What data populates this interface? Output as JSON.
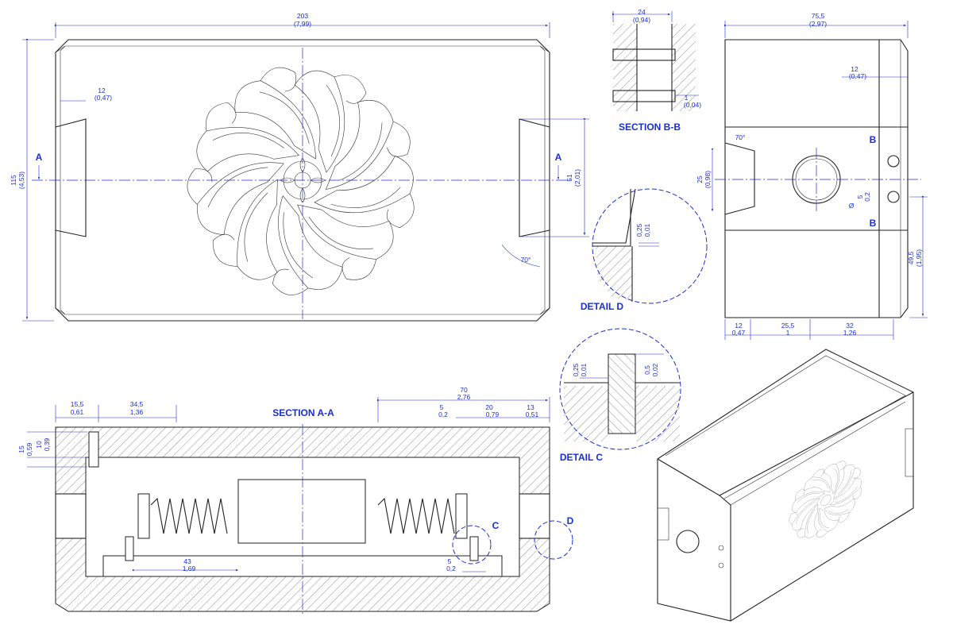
{
  "views": {
    "front": {
      "dim_width": [
        "203",
        "(7,99)"
      ],
      "dim_height": [
        "115",
        "(4,53)"
      ],
      "dim_slot_depth": [
        "12",
        "(0,47)"
      ],
      "dim_slot_height": [
        "51",
        "(2,01)"
      ],
      "angle": "70°",
      "section_marks": [
        "A",
        "A"
      ]
    },
    "section_bb": {
      "title": "SECTION B-B",
      "dim_width": [
        "24",
        "(0,94)"
      ],
      "dim_gap": [
        "1",
        "(0,04)"
      ]
    },
    "side": {
      "dim_width": [
        "75,5",
        "(2,97)"
      ],
      "dim_top": [
        "12",
        "(0,47)"
      ],
      "dim_slot": [
        "25",
        "(0,98)"
      ],
      "angle": "70°",
      "dim_hole": [
        "5",
        "0,2"
      ],
      "dia_symbol": "Ø",
      "dim_right": [
        "49,5",
        "(1,95)"
      ],
      "dim_bottom": [
        [
          "12",
          "0,47"
        ],
        [
          "25,5",
          "1"
        ],
        [
          "32",
          "1,26"
        ]
      ],
      "section_marks": [
        "B",
        "B"
      ]
    },
    "detail_d": {
      "title": "DETAIL D",
      "dim": [
        "0,25",
        "0,01"
      ]
    },
    "detail_c": {
      "title": "DETAIL C",
      "dim_left": [
        "0,25",
        "0,01"
      ],
      "dim_right": [
        "0,5",
        "0,02"
      ]
    },
    "section_aa": {
      "title": "SECTION A-A",
      "dim_top_left": [
        [
          "15,5",
          "0,61"
        ],
        [
          "34,5",
          "1,36"
        ]
      ],
      "dim_top_right": [
        [
          "70",
          "2,76"
        ],
        [
          "5",
          "0,2"
        ],
        [
          "20",
          "0,79"
        ],
        [
          "13",
          "0,51"
        ]
      ],
      "dim_left": [
        [
          "15",
          "0,59"
        ],
        [
          "10",
          "0,39"
        ]
      ],
      "dim_inner": [
        "43",
        "1,69"
      ],
      "dim_inner_right": [
        "5",
        "0,2"
      ],
      "detail_marks": [
        "C",
        "D"
      ]
    }
  }
}
